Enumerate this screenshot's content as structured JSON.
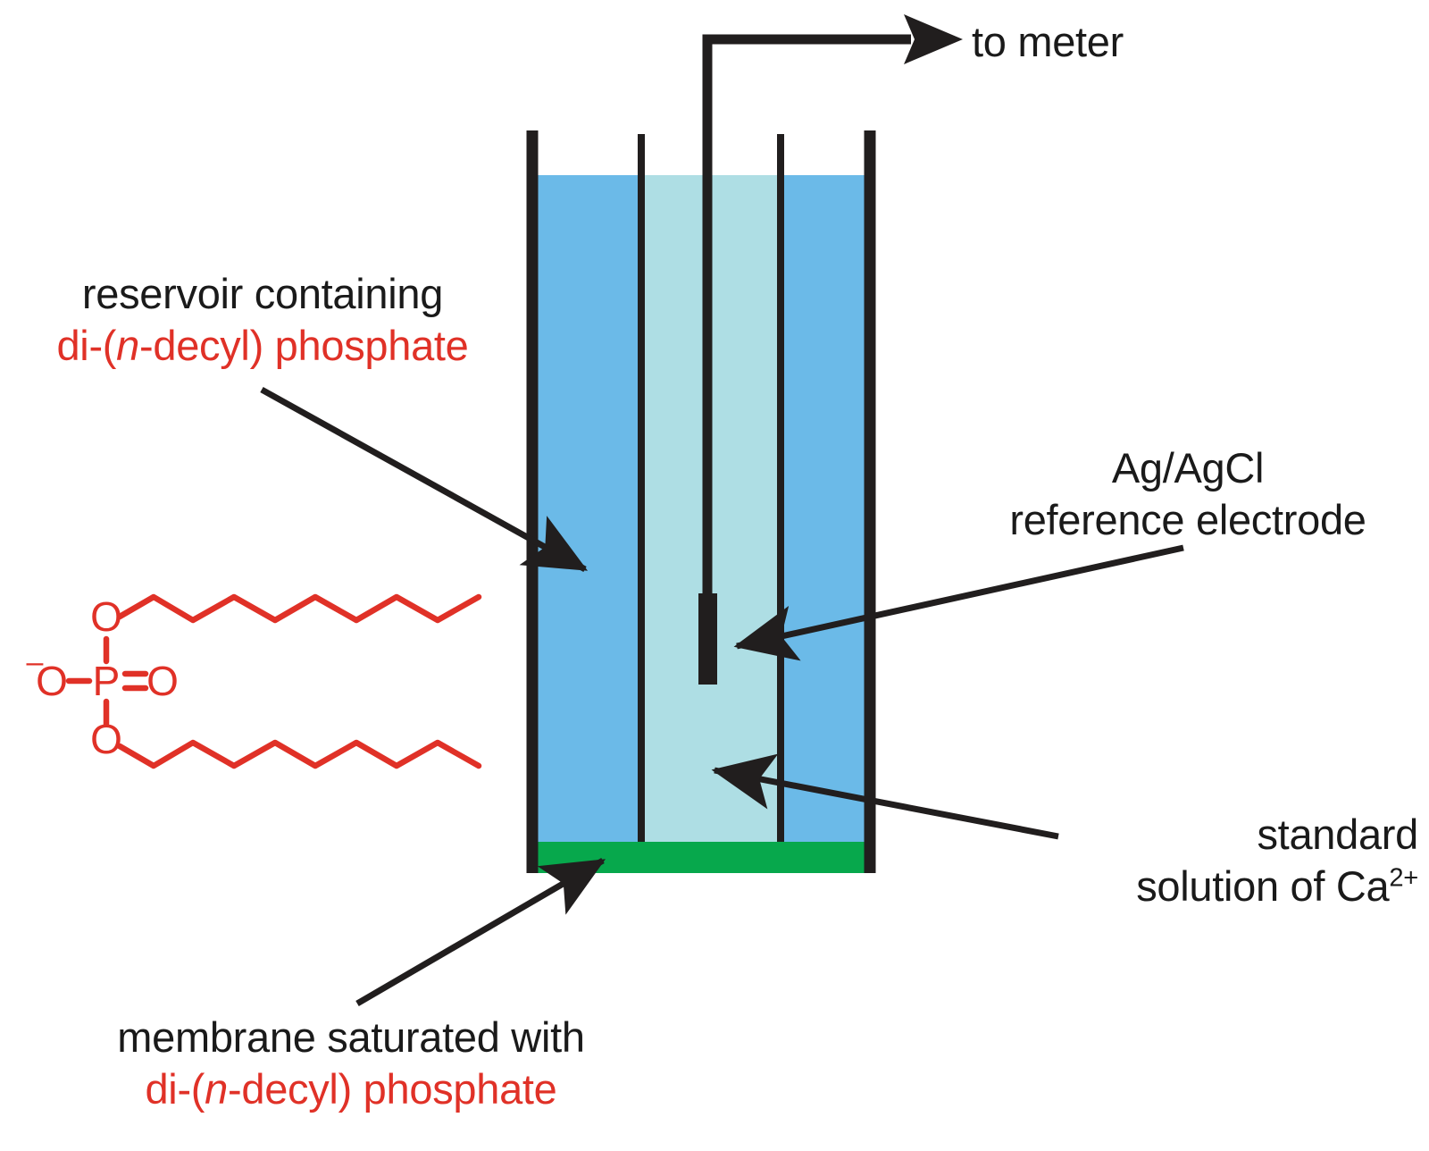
{
  "figure": {
    "title": "Calcium ion-selective electrode schematic",
    "type": "diagram"
  },
  "labels": {
    "to_meter": "to meter",
    "reservoir_line1": "reservoir containing",
    "reservoir_line2_pre": "di-(",
    "reservoir_line2_italic": "n",
    "reservoir_line2_post": "-decyl) phosphate",
    "reference_line1": "Ag/AgCl",
    "reference_line2": "reference electrode",
    "standard_line1": "standard",
    "standard_line2_pre": "solution of Ca",
    "standard_line2_sup": "2+",
    "membrane_line1": "membrane saturated with",
    "membrane_line2_pre": "di-(",
    "membrane_line2_italic": "n",
    "membrane_line2_post": "-decyl) phosphate"
  },
  "structure": {
    "name": "di-(n-decyl) phosphate anion",
    "atom_o_anion": "O",
    "atom_o_anion_charge": "–",
    "atom_p": "P",
    "atom_o_double": "O",
    "atom_o_top": "O",
    "atom_o_bottom": "O"
  },
  "colors": {
    "outer_solution": "#6BBAE8",
    "inner_solution": "#AEDEE4",
    "membrane": "#07A84C",
    "glass_wall": "#211E1E",
    "accent_red": "#E03127",
    "text": "#1A1A1A",
    "background": "#FFFFFF"
  },
  "parts": {
    "outer_solution_name": "reservoir solution",
    "inner_solution_name": "standard Ca2+ solution",
    "membrane_name": "membrane",
    "electrode_name": "Ag/AgCl reference electrode",
    "wire_name": "lead wire to meter"
  }
}
